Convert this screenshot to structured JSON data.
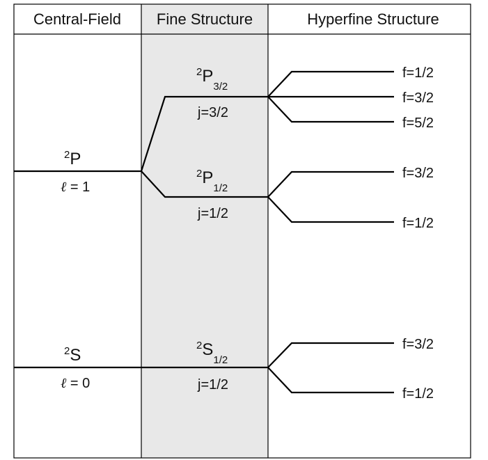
{
  "headers": {
    "central_field": "Central-Field",
    "fine_structure": "Fine Structure",
    "hyperfine_structure": "Hyperfine Structure"
  },
  "colors": {
    "fine_column_fill": "#e8e8e8",
    "line": "#000000",
    "text": "#111111"
  },
  "central_field": {
    "P": {
      "multiplicity": "2",
      "letter": "P",
      "ell_symbol": "ℓ",
      "ell_value": " = 1"
    },
    "S": {
      "multiplicity": "2",
      "letter": "S",
      "ell_symbol": "ℓ",
      "ell_value": " = 0"
    }
  },
  "fine_structure": {
    "P32": {
      "multiplicity": "2",
      "letter": "P",
      "subscript": "3/2",
      "j_label": "j=3/2"
    },
    "P12": {
      "multiplicity": "2",
      "letter": "P",
      "subscript": "1/2",
      "j_label": "j=1/2"
    },
    "S12": {
      "multiplicity": "2",
      "letter": "S",
      "subscript": "1/2",
      "j_label": "j=1/2"
    }
  },
  "hyperfine": {
    "P32": [
      "f=1/2",
      "f=3/2",
      "f=5/2"
    ],
    "P12": [
      "f=3/2",
      "f=1/2"
    ],
    "S12": [
      "f=3/2",
      "f=1/2"
    ]
  }
}
